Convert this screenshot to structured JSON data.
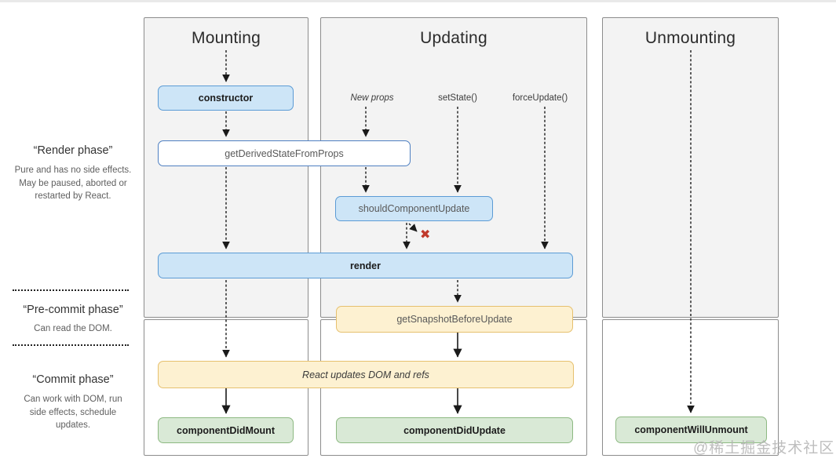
{
  "diagram": {
    "watermark": "@稀土掘金技术社区",
    "columns": [
      {
        "title": "Mounting"
      },
      {
        "title": "Updating"
      },
      {
        "title": "Unmounting"
      }
    ],
    "phases": [
      {
        "title": "“Render phase”",
        "desc": "Pure and has no side effects. May be paused, aborted or restarted by React."
      },
      {
        "title": "“Pre-commit phase”",
        "desc": "Can read the DOM."
      },
      {
        "title": "“Commit phase”",
        "desc": "Can work with DOM, run side effects, schedule updates."
      }
    ],
    "triggers": [
      {
        "label": "New props"
      },
      {
        "label": "setState()"
      },
      {
        "label": "forceUpdate()"
      }
    ],
    "boxes": {
      "constructor": "constructor",
      "get_derived_state_from_props": "getDerivedStateFromProps",
      "should_component_update": "shouldComponentUpdate",
      "render": "render",
      "get_snapshot_before_update": "getSnapshotBeforeUpdate",
      "react_updates_dom": "React updates DOM and refs",
      "component_did_mount": "componentDidMount",
      "component_did_update": "componentDidUpdate",
      "component_will_unmount": "componentWillUnmount"
    },
    "icons": {
      "reject_x": "✖"
    },
    "colors": {
      "blue_fill": "#cde5f7",
      "blue_border": "#5b9bd5",
      "yellow_fill": "#fdf1d1",
      "yellow_border": "#e6c06e",
      "green_fill": "#d9e9d6",
      "green_border": "#8db982",
      "panel_fill": "#f3f3f3",
      "panel_border": "#8c8c8c",
      "white_box_border": "#4e7fc1",
      "reject_x": "#c0392b",
      "arrow": "#1a1a1a",
      "watermark": "#b3b3b3"
    }
  }
}
